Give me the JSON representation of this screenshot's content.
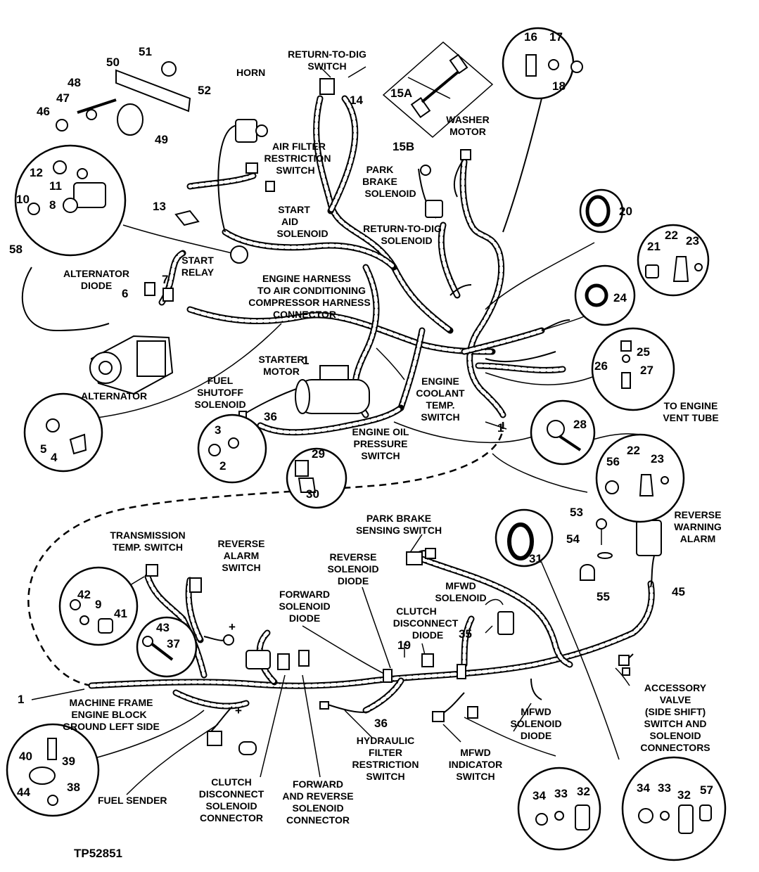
{
  "figure_id": "TP52851",
  "labels": {
    "return_to_dig_switch": [
      "RETURN-TO-DIG",
      "SWITCH"
    ],
    "horn": [
      "HORN"
    ],
    "washer_motor": [
      "WASHER",
      "MOTOR"
    ],
    "air_filter_restriction_switch": [
      "AIR FILTER",
      "RESTRICTION",
      "SWITCH"
    ],
    "park_brake_solenoid": [
      "PARK",
      "BRAKE",
      "SOLENOID"
    ],
    "start_aid_solenoid": [
      "START",
      "AID",
      "SOLENOID"
    ],
    "return_to_dig_solenoid": [
      "RETURN-TO-DIG",
      "SOLENOID"
    ],
    "start_relay": [
      "START",
      "RELAY"
    ],
    "alternator_diode": [
      "ALTERNATOR",
      "DIODE"
    ],
    "engine_harness": [
      "ENGINE HARNESS",
      "TO AIR CONDITIONING",
      "COMPRESSOR HARNESS",
      "CONNECTOR"
    ],
    "starter_motor": [
      "STARTER",
      "MOTOR"
    ],
    "alternator": [
      "ALTERNATOR"
    ],
    "fuel_shutoff_solenoid": [
      "FUEL",
      "SHUTOFF",
      "SOLENOID"
    ],
    "engine_coolant_temp_switch": [
      "ENGINE",
      "COOLANT",
      "TEMP.",
      "SWITCH"
    ],
    "engine_oil_pressure_switch": [
      "ENGINE OIL",
      "PRESSURE",
      "SWITCH"
    ],
    "to_engine_vent_tube": [
      "TO ENGINE",
      "VENT TUBE"
    ],
    "park_brake_sensing_switch": [
      "PARK BRAKE",
      "SENSING SWITCH"
    ],
    "reverse_warning_alarm": [
      "REVERSE",
      "WARNING",
      "ALARM"
    ],
    "transmission_temp_switch": [
      "TRANSMISSION",
      "TEMP. SWITCH"
    ],
    "reverse_alarm_switch": [
      "REVERSE",
      "ALARM",
      "SWITCH"
    ],
    "reverse_solenoid_diode": [
      "REVERSE",
      "SOLENOID",
      "DIODE"
    ],
    "mfwd_solenoid": [
      "MFWD",
      "SOLENOID"
    ],
    "forward_solenoid_diode": [
      "FORWARD",
      "SOLENOID",
      "DIODE"
    ],
    "clutch_disconnect_diode": [
      "CLUTCH",
      "DISCONNECT",
      "DIODE"
    ],
    "machine_frame_ground": [
      "MACHINE FRAME",
      "ENGINE BLOCK",
      "GROUND LEFT SIDE"
    ],
    "accessory_valve": [
      "ACCESSORY",
      "VALVE",
      "(SIDE SHIFT)",
      "SWITCH AND",
      "SOLENOID",
      "CONNECTORS"
    ],
    "mfwd_solenoid_diode": [
      "MFWD",
      "SOLENOID",
      "DIODE"
    ],
    "hydraulic_filter_restriction_switch": [
      "HYDRAULIC",
      "FILTER",
      "RESTRICTION",
      "SWITCH"
    ],
    "mfwd_indicator_switch": [
      "MFWD",
      "INDICATOR",
      "SWITCH"
    ],
    "fuel_sender": [
      "FUEL SENDER"
    ],
    "clutch_disconnect_solenoid_connector": [
      "CLUTCH",
      "DISCONNECT",
      "SOLENOID",
      "CONNECTOR"
    ],
    "forward_reverse_solenoid_connector": [
      "FORWARD",
      "AND REVERSE",
      "SOLENOID",
      "CONNECTOR"
    ]
  },
  "callouts": {
    "n1a": "1",
    "n1b": "1",
    "n1c": "1",
    "n2": "2",
    "n3": "3",
    "n4": "4",
    "n5": "5",
    "n6": "6",
    "n7": "7",
    "n8": "8",
    "n9": "9",
    "n10": "10",
    "n11": "11",
    "n12": "12",
    "n13": "13",
    "n14": "14",
    "n15a": "15A",
    "n15b": "15B",
    "n16": "16",
    "n17": "17",
    "n18": "18",
    "n19": "19",
    "n20": "20",
    "n21": "21",
    "n22a": "22",
    "n22b": "22",
    "n23a": "23",
    "n23b": "23",
    "n24": "24",
    "n25": "25",
    "n26": "26",
    "n27": "27",
    "n28": "28",
    "n29": "29",
    "n30": "30",
    "n31": "31",
    "n32a": "32",
    "n32b": "32",
    "n33a": "33",
    "n33b": "33",
    "n34a": "34",
    "n34b": "34",
    "n35": "35",
    "n36a": "36",
    "n36b": "36",
    "n37": "37",
    "n38": "38",
    "n39": "39",
    "n40": "40",
    "n41": "41",
    "n42": "42",
    "n43": "43",
    "n44": "44",
    "n45": "45",
    "n46": "46",
    "n47": "47",
    "n48": "48",
    "n49": "49",
    "n50": "50",
    "n51": "51",
    "n52": "52",
    "n53": "53",
    "n54": "54",
    "n55": "55",
    "n56": "56",
    "n57": "57",
    "n58": "58",
    "plus_a": "+",
    "plus_b": "+"
  }
}
